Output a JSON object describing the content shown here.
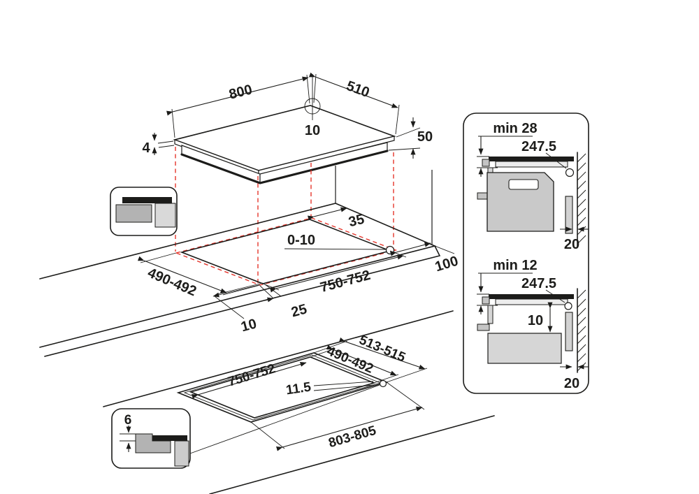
{
  "hob": {
    "width": "800",
    "depth": "510",
    "corner_radius": "10",
    "glass_thickness": "4",
    "height": "50"
  },
  "worktop_cutout": {
    "rear_clearance": "35",
    "corner_gap": "0-10",
    "right_clearance": "100",
    "depth": "490-492",
    "width": "750-752",
    "front_overlap": "10",
    "side_overlap": "25"
  },
  "flush_cutout": {
    "outer_depth": "513-515",
    "inner_depth": "490-492",
    "inner_width": "750-752",
    "ledge": "11.5",
    "outer_width": "803-805",
    "recess_depth": "6"
  },
  "sections": {
    "oven": {
      "clearance": "min 28",
      "distance": "247.5",
      "wall_gap": "20"
    },
    "drawer": {
      "clearance": "min 12",
      "distance": "247.5",
      "gap": "10",
      "wall_gap": "20"
    }
  },
  "colors": {
    "line": "#1c1c1a",
    "projection_red": "#e5352b",
    "oven_gray": "#c9c9c9",
    "panel_gray": "#d6d6d6"
  }
}
